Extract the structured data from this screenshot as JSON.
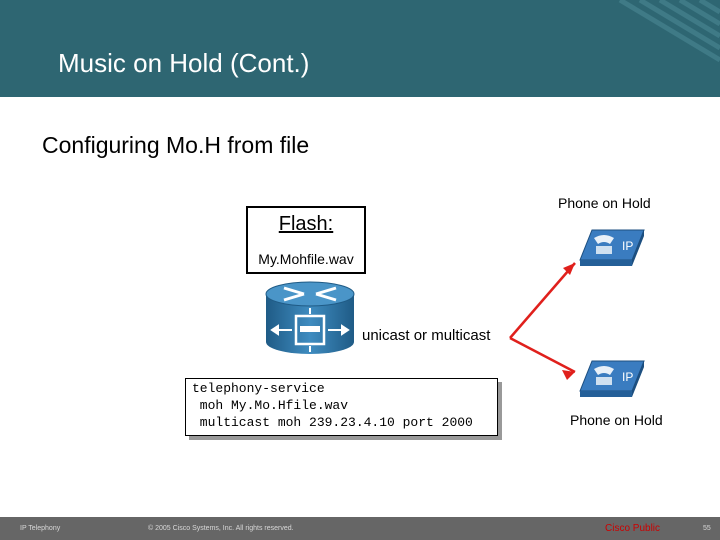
{
  "header": {
    "title": "Music on Hold (Cont.)"
  },
  "slide": {
    "subtitle": "Configuring Mo.H from file",
    "flash_label": "Flash:",
    "flash_file": "My.Mohfile.wav",
    "cast_label": "unicast or multicast",
    "phone_top_label": "Phone on Hold",
    "phone_bottom_label": "Phone on Hold",
    "phone_badge": "IP",
    "config_lines": [
      "telephony-service",
      " moh My.Mo.Hfile.wav",
      " multicast moh 239.23.4.10 port 2000"
    ]
  },
  "colors": {
    "header_bg": "#2e6672",
    "router_blue": "#2a6e9e",
    "phone_blue": "#3a7cc0",
    "link_red": "#e0201c"
  },
  "footer": {
    "left": "IP Telephony",
    "copyright": "© 2005 Cisco Systems, Inc. All rights reserved.",
    "classification": "Cisco Public",
    "page_number": "55"
  }
}
